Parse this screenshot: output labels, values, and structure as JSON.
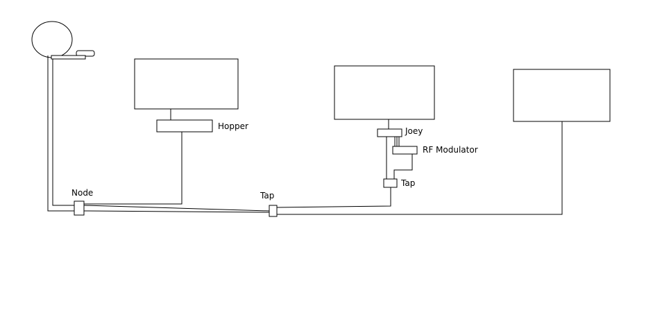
{
  "labels": {
    "hopper": "Hopper",
    "joey": "Joey",
    "rf_modulator": "RF Modulator",
    "tap_small": "Tap",
    "node": "Node",
    "tap_main": "Tap"
  },
  "colors": {
    "line": "#000000",
    "background": "#ffffff"
  }
}
